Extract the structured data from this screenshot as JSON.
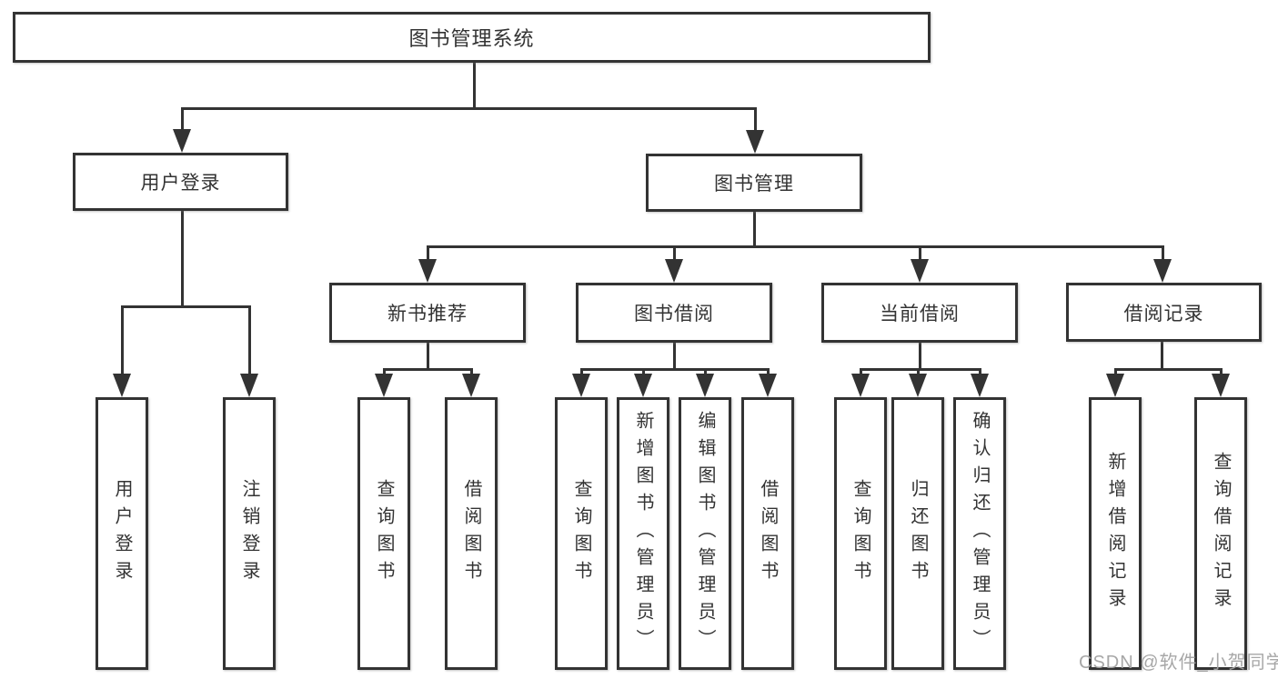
{
  "diagram": {
    "root": {
      "label": "图书管理系统"
    },
    "branches": [
      {
        "label": "用户登录",
        "children": [
          {
            "label": "用户登录"
          },
          {
            "label": "注销登录"
          }
        ]
      },
      {
        "label": "图书管理",
        "children": [
          {
            "label": "新书推荐",
            "children": [
              {
                "label": "查询图书"
              },
              {
                "label": "借阅图书"
              }
            ]
          },
          {
            "label": "图书借阅",
            "children": [
              {
                "label": "查询图书"
              },
              {
                "label": "新增图书（管理员）"
              },
              {
                "label": "编辑图书（管理员）"
              },
              {
                "label": "借阅图书"
              }
            ]
          },
          {
            "label": "当前借阅",
            "children": [
              {
                "label": "查询图书"
              },
              {
                "label": "归还图书"
              },
              {
                "label": "确认归还（管理员）"
              }
            ]
          },
          {
            "label": "借阅记录",
            "children": [
              {
                "label": "新增借阅记录"
              },
              {
                "label": "查询借阅记录"
              }
            ]
          }
        ]
      }
    ]
  },
  "watermark": {
    "text": "CSDN @软件_小贺同学"
  },
  "colors": {
    "line": "#333333",
    "box_border": "#333333",
    "box_fill": "#ffffff",
    "text": "#333333",
    "watermark": "#a2a2a2",
    "background": "#ffffff"
  }
}
